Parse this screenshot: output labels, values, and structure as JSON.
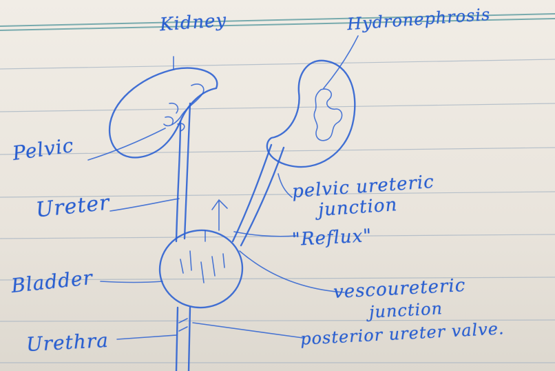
{
  "labels": {
    "kidney": "Kidney",
    "hydronephrosis": "Hydronephrosis",
    "pelvic": "Pelvic",
    "ureter": "Ureter",
    "pelvic_ureteric_junction_line1": "pelvic ureteric",
    "pelvic_ureteric_junction_line2": "junction",
    "reflux": "\"Reflux\"",
    "bladder": "Bladder",
    "vesicoureteric_junction_line1": "vescoureteric",
    "vesicoureteric_junction_line2": "junction",
    "urethra": "Urethra",
    "posterior_urethral_valve": "posterior ureter valve."
  },
  "colors": {
    "ink": "#2d62d2",
    "paper": "#ece8e1",
    "rule": "#a9b6c4",
    "margin": "#5a9aa0"
  }
}
